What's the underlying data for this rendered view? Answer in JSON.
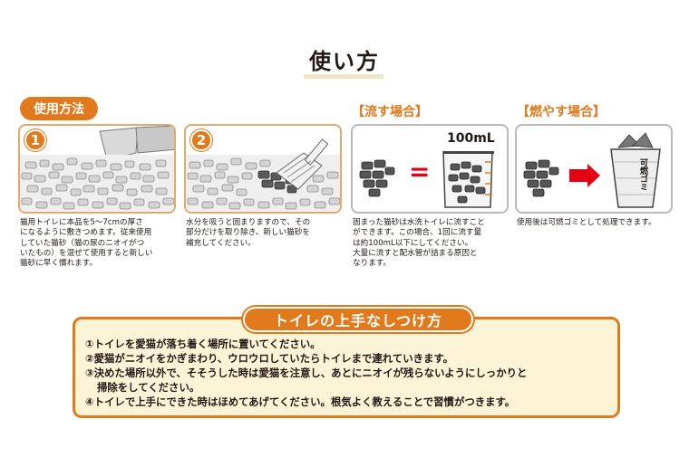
{
  "page": {
    "title": "使い方"
  },
  "usage": {
    "badge": "使用方法",
    "step1": {
      "number": "1",
      "caption": [
        "猫用トイレに本品を5〜7cmの厚さ",
        "になるように敷きつめます。従来使用",
        "していた猫砂（猫の尿のニオイがつ",
        "いたもの）を混ぜて使用すると新しい",
        "猫砂に早く慣れます。"
      ]
    },
    "step2": {
      "number": "2",
      "caption": [
        "水分を吸うと固まりますので、その",
        "部分だけを取り除き、新しい猫砂を",
        "補充してください。"
      ]
    }
  },
  "flush": {
    "heading": "【流す場合】",
    "beaker_label": "100mL",
    "caption": [
      "固まった猫砂は水洗トイレに流すこと",
      "ができます。この場合、1回に流す量",
      "は約100mL以下にしてください。",
      "大量に流すと配水管が詰まる原因と",
      "なります。"
    ]
  },
  "burn": {
    "heading": "【燃やす場合】",
    "bin_label": "可燃ゴミ",
    "caption": [
      "使用後は可燃ゴミとして処理できます。"
    ]
  },
  "tips": {
    "badge": "トイレの上手なしつけ方",
    "items": [
      "①トイレを愛猫が落ち着く場所に置いてください。",
      "②愛猫がニオイをかぎまわり、ウロウロしていたらトイレまで連れていきます。",
      "③決めた場所以外で、そそうした時は愛猫を注意し、あとにニオイが残らないようにしっかりと",
      "掃除をしてください。",
      "④トイレで上手にできた時はほめてあげてください。根気よく教えることで習慣がつきます。"
    ]
  },
  "colors": {
    "accent": "#e07a1c",
    "arrow": "#e60012",
    "panel_border": "#e4a96b",
    "tips_bg": "#fdf4d7"
  }
}
